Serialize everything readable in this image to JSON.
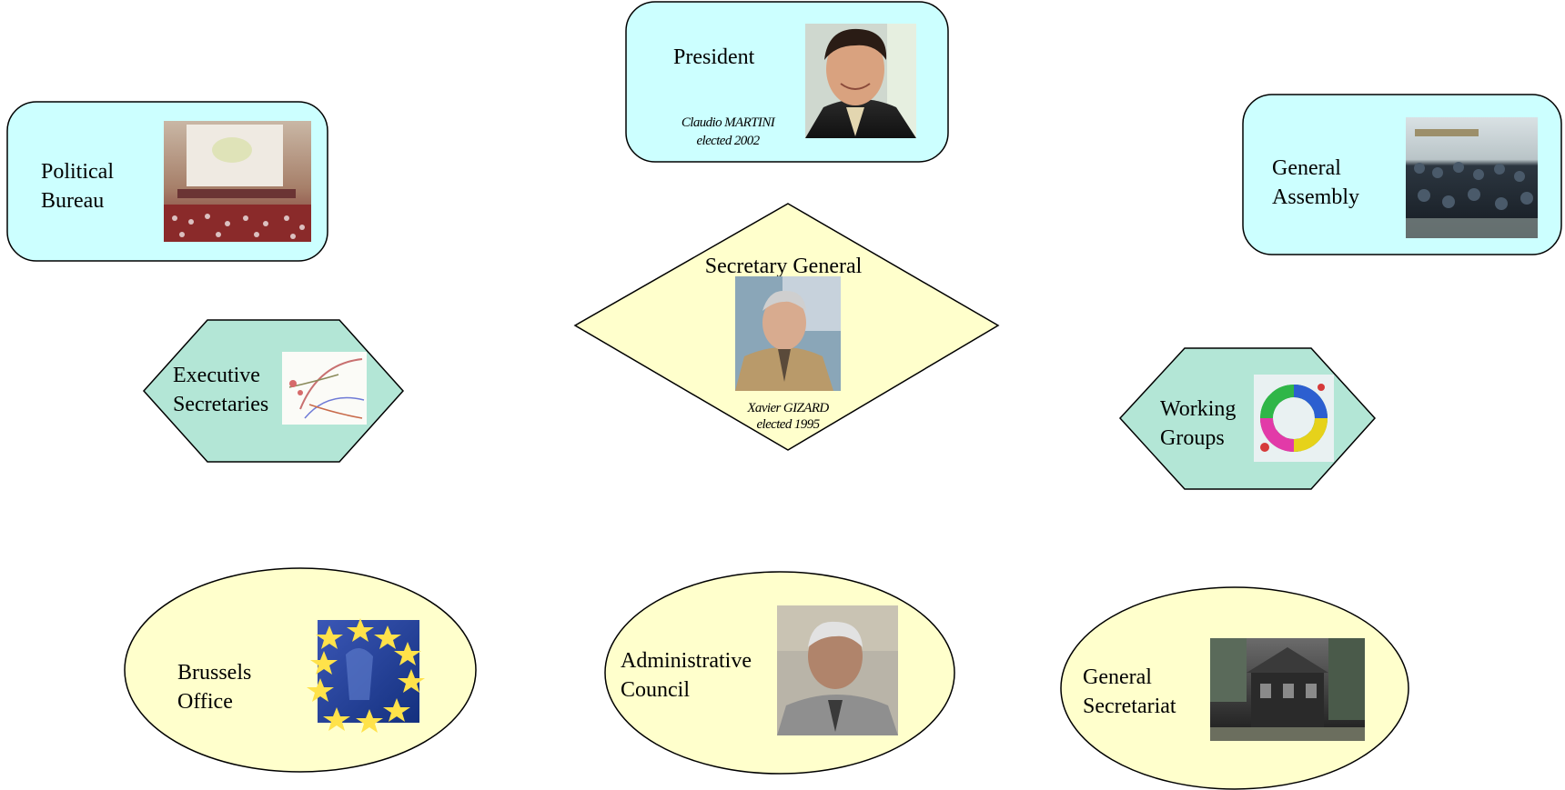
{
  "nodes": {
    "president": {
      "title": "President",
      "person": "Claudio MARTINI",
      "elected": "elected   2002"
    },
    "political_bureau": {
      "line1": "Political",
      "line2": "Bureau"
    },
    "general_assembly": {
      "line1": "General",
      "line2": "Assembly"
    },
    "secretary_general": {
      "title": "Secretary General",
      "person": "Xavier GIZARD",
      "elected": "elected 1995"
    },
    "executive_secretaries": {
      "line1": "Executive",
      "line2": "Secretaries"
    },
    "working_groups": {
      "line1": "Working",
      "line2": "Groups"
    },
    "brussels_office": {
      "line1": "Brussels",
      "line2": "Office"
    },
    "administrative_council": {
      "line1": "Administrative",
      "line2": "Council"
    },
    "general_secretariat": {
      "line1": "General",
      "line2": "Secretariat"
    }
  },
  "colors": {
    "cyan_fill": "#ccffff",
    "hexagon_fill": "#b3e6d6",
    "yellow_fill": "#ffffcc",
    "outline": "#000000"
  },
  "icons": [
    "conference-hall-photo",
    "portrait-photo",
    "assembly-photo",
    "arrows-sketch",
    "rainbow-circle-logo",
    "eu-flag-image",
    "building-photo"
  ]
}
